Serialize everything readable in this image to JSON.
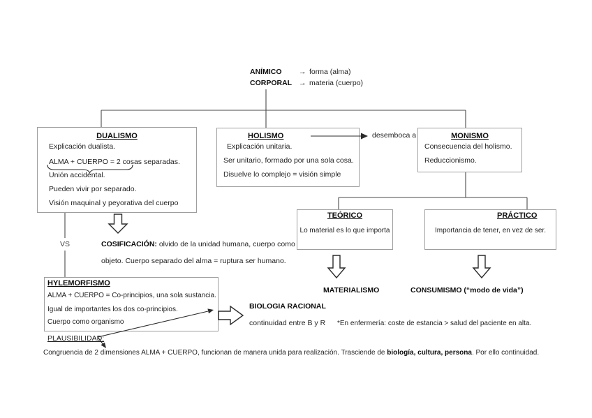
{
  "palette": {
    "text": "#1f1f1f",
    "box_border": "#9e9e9e",
    "line": "#4a4a4a"
  },
  "header": {
    "row1": {
      "label": "ANÍMICO",
      "arrow": "→",
      "value": "forma (alma)"
    },
    "row2": {
      "label": "CORPORAL",
      "arrow": "→",
      "value": "materia (cuerpo)"
    }
  },
  "dualismo": {
    "title": "DUALISMO",
    "line1": "Explicación dualista.",
    "line2_braced": "ALMA + CUERPO",
    "line2_rest": " = 2 cosas separadas.",
    "line3": "Unión accidental.",
    "line4": "Pueden vivir por separado.",
    "line5": "Visión maquinal y peyorativa del cuerpo"
  },
  "holismo": {
    "title": "HOLISMO",
    "line1": "Explicación unitaria.",
    "line2": "Ser unitario, formado por una sola cosa.",
    "line3": "Disuelve lo complejo = visión simple"
  },
  "desemboca_label": "desemboca a",
  "monismo": {
    "title": "MONISMO",
    "line1": "Consecuencia del holismo.",
    "line2": "Reduccionismo."
  },
  "teorico": {
    "title": "TEÓRICO",
    "line1": "Lo material es lo que importa"
  },
  "practico": {
    "title": "PRÁCTICO",
    "line1": "Importancia de tener, en vez de ser."
  },
  "materialismo_label": "MATERIALISMO",
  "consumismo_label": "CONSUMISMO (“modo de vida”)",
  "vs_label": "VS",
  "cosificacion": {
    "label": "COSIFICACIÓN:",
    "line1": " olvido de la unidad humana, cuerpo como",
    "line2": "objeto. Cuerpo separado del alma = ruptura ser humano."
  },
  "hylemorfismo": {
    "title": "HYLEMORFISMO",
    "line1": "ALMA + CUERPO  = Co-principios, una sola sustancia.",
    "line2": "Igual de importantes los dos co-principios.",
    "line3": "Cuerpo como organismo"
  },
  "plausibilidad_label": "PLAUSIBILIDAD:",
  "biologia": {
    "title": "BIOLOGIA RACIONAL",
    "line1": "continuidad entre B y R"
  },
  "enfermeria_note": "*En enfermería: coste de estancia > salud del paciente en alta.",
  "bottom": {
    "part1": "Congruencia de 2 dimensiones ALMA + CUERPO, funcionan de manera unida para realización. Trasciende de ",
    "bold": "biología, cultura, persona",
    "part2": ". Por ello continuidad."
  }
}
